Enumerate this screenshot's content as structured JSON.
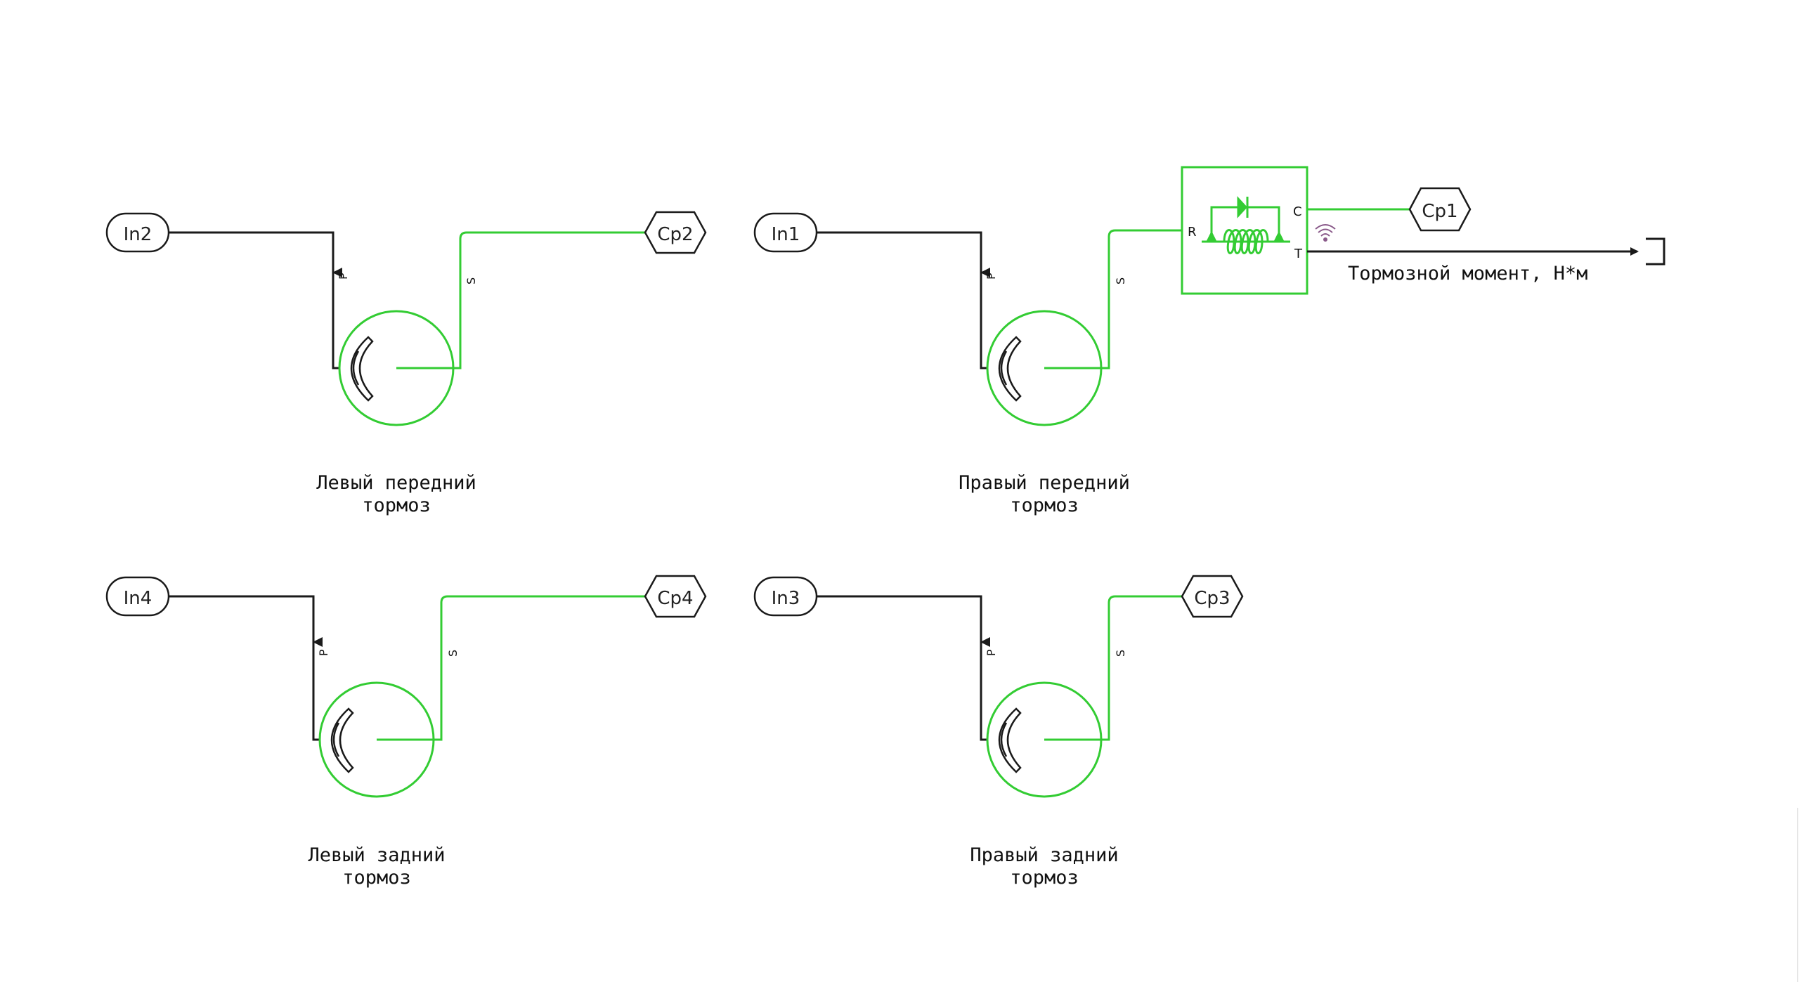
{
  "colors": {
    "physical": "#33cc33",
    "signal": "#1a1a1a",
    "background": "#ffffff",
    "wifi": "#8a5a8a"
  },
  "inports": [
    "In2",
    "In1",
    "In4",
    "In3"
  ],
  "gotos": [
    "Cp2",
    "Cp1",
    "Cp4",
    "Cp3"
  ],
  "brakes": [
    {
      "caption_line1": "Левый передний",
      "caption_line2": "тормоз",
      "port_p": "P",
      "port_s": "S"
    },
    {
      "caption_line1": "Правый передний",
      "caption_line2": "тормоз",
      "port_p": "P",
      "port_s": "S"
    },
    {
      "caption_line1": "Левый задний",
      "caption_line2": "тормоз",
      "port_p": "P",
      "port_s": "S"
    },
    {
      "caption_line1": "Правый задний",
      "caption_line2": "тормоз",
      "port_p": "P",
      "port_s": "S"
    }
  ],
  "torque_sensor": {
    "port_r": "R",
    "port_c": "C",
    "port_t": "T",
    "icon": "spring-damper-icon",
    "output_label": "Тормозной момент, Н*м",
    "status_icon": "wifi-icon"
  },
  "terminator_icon": "terminator-icon"
}
